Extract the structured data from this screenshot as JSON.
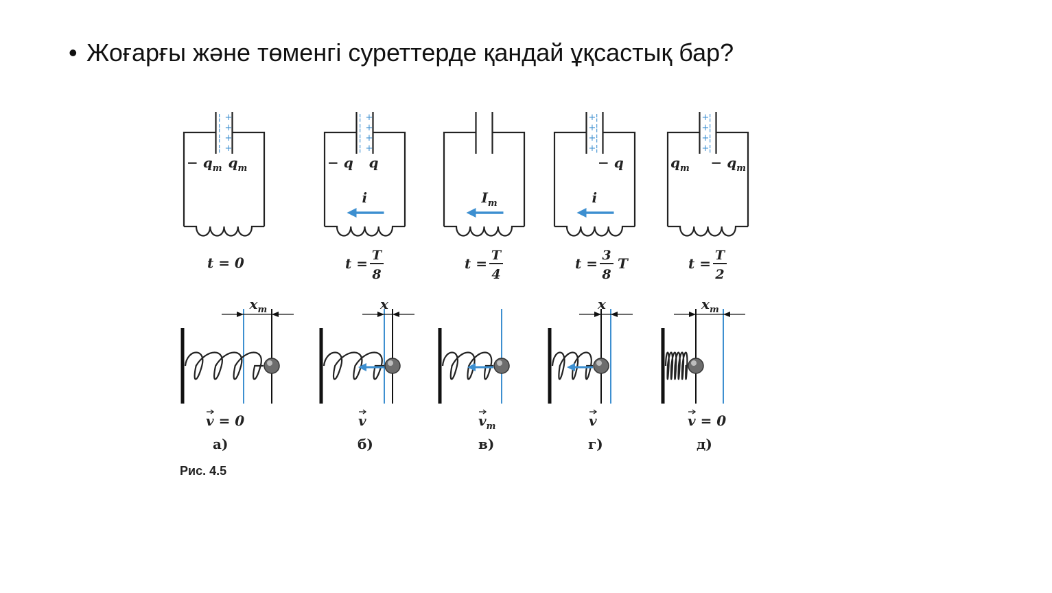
{
  "slide": {
    "bullet": "•",
    "question": "Жоғарғы және төменгі суреттерде қандай ұқсастық бар?"
  },
  "figure": {
    "caption": "Рис. 4.5",
    "circuits": [
      {
        "id": "a",
        "left_label": "− q",
        "left_sub": "m",
        "right_label": "q",
        "right_sub": "m",
        "current": "",
        "current_sub": "",
        "time": "t = 0"
      },
      {
        "id": "b",
        "left_label": "− q",
        "left_sub": "",
        "right_label": "q",
        "right_sub": "",
        "current": "i",
        "current_sub": "",
        "time_prefix": "t =",
        "time_num": "T",
        "time_den": "8"
      },
      {
        "id": "c",
        "left_label": "",
        "left_sub": "",
        "right_label": "",
        "right_sub": "",
        "current": "I",
        "current_sub": "m",
        "time_prefix": "t =",
        "time_num": "T",
        "time_den": "4"
      },
      {
        "id": "d",
        "left_label": "",
        "left_sub": "",
        "right_label": "− q",
        "right_sub": "",
        "current": "i",
        "current_sub": "",
        "time_prefix": "t =",
        "time_num": "3",
        "time_den": "8",
        "time_suffix": "T"
      },
      {
        "id": "e",
        "left_label": "q",
        "left_sub": "m",
        "right_label": "− q",
        "right_sub": "m",
        "current": "",
        "current_sub": "",
        "time_prefix": "t =",
        "time_num": "T",
        "time_den": "2"
      }
    ],
    "oscillators": [
      {
        "id": "a",
        "disp_label": "x",
        "disp_sub": "m",
        "velocity": "v = 0",
        "velocity_sub": "",
        "letter": "а)"
      },
      {
        "id": "b",
        "disp_label": "x",
        "disp_sub": "",
        "velocity": "v",
        "velocity_sub": "",
        "letter": "б)"
      },
      {
        "id": "c",
        "disp_label": "",
        "disp_sub": "",
        "velocity": "v",
        "velocity_sub": "m",
        "letter": "в)"
      },
      {
        "id": "d",
        "disp_label": "x",
        "disp_sub": "",
        "velocity": "v",
        "velocity_sub": "",
        "letter": "г)"
      },
      {
        "id": "e",
        "disp_label": "x",
        "disp_sub": "m",
        "velocity": "v = 0",
        "velocity_sub": "",
        "letter": "д)"
      }
    ],
    "accent_color": "#3d8fd0"
  }
}
